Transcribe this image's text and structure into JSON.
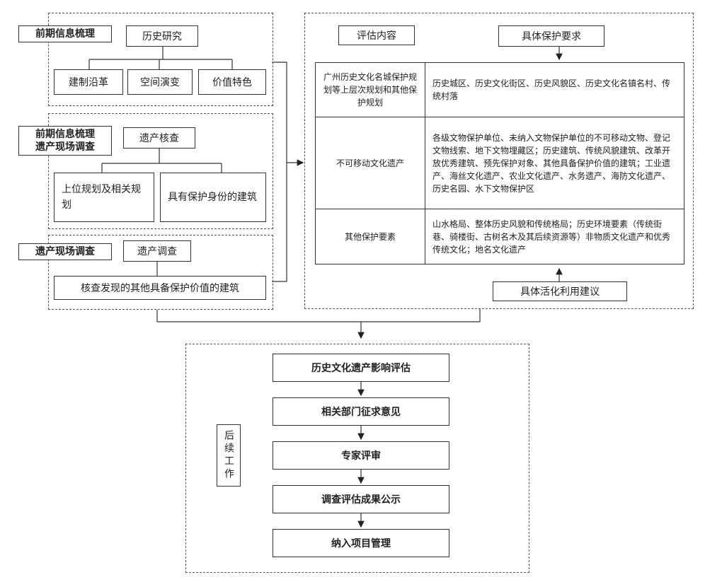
{
  "left_panel": {
    "section1": {
      "label": "前期信息梳理",
      "root": "历史研究",
      "children": [
        "建制沿革",
        "空间演变",
        "价值特色"
      ]
    },
    "section2": {
      "label_line1": "前期信息梳理",
      "label_line2": "遗产现场调查",
      "root": "遗产核查",
      "children": [
        "上位规划及相关规划",
        "具有保护身份的建筑"
      ]
    },
    "section3": {
      "label": "遗产现场调查",
      "root": "遗产调查",
      "child": "核查发现的其他具备保护价值的建筑"
    }
  },
  "right_panel": {
    "eval_title": "评估内容",
    "top_requirement": "具体保护要求",
    "bottom_suggestion": "具体活化利用建议",
    "rows": [
      {
        "name": "广州历史文化名城保护规划等上层次规划和其他保护规划",
        "content": "历史城区、历史文化街区、历史风貌区、历史文化名镇名村、传统村落"
      },
      {
        "name": "不可移动文化遗产",
        "content": "各级文物保护单位、未纳入文物保护单位的不可移动文物、登记文物线索、地下文物埋藏区；历史建筑、传统风貌建筑、改革开放优秀建筑、预先保护对象、其他具备保护价值的建筑；工业遗产、海丝文化遗产、农业文化遗产、水务遗产、海防文化遗产、历史名园、水下文物保护区"
      },
      {
        "name": "其他保护要素",
        "content": "山水格局、整体历史风貌和传统格局；历史环境要素（传统街巷、骑楼街、古树名木及其后续资源等）非物质文化遗产和优秀传统文化；地名文化遗产"
      }
    ]
  },
  "followup": {
    "label": "后续工作",
    "steps": [
      "历史文化遗产影响评估",
      "相关部门征求意见",
      "专家评审",
      "调查评估成果公示",
      "纳入项目管理"
    ]
  }
}
